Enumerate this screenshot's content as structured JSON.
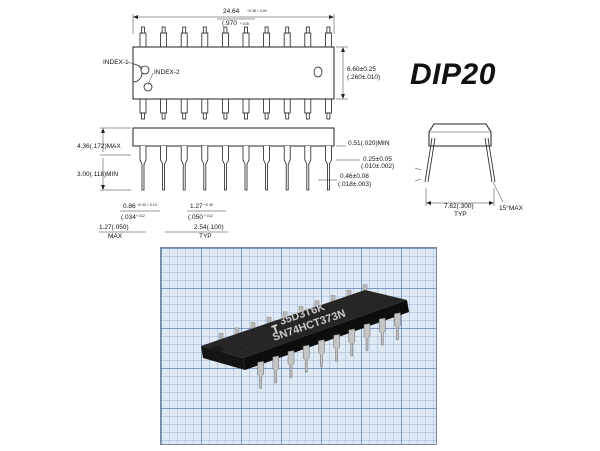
{
  "package_name": "DIP20",
  "labels": {
    "index1": "INDEX-1",
    "index2": "INDEX-2",
    "length_mm": "24.64",
    "length_mm_tol": "+0.38 / -0.00",
    "length_in": "(.970",
    "length_in_tol": "+.015",
    "body_width_mm": "6.60±0.25",
    "body_width_in": "(.260±.010)",
    "height_max": "4.36(.172)MAX",
    "pin_len_min": "3.00(.118)MIN",
    "standoff_min": "0.51(.020)MIN",
    "lead_thk": "0.25±0.05",
    "lead_thk_in": "(.010±.002)",
    "lead_w": "0.46±0.08",
    "lead_w_in": "(.018±.003)",
    "shoulder_mm": "0.86",
    "shoulder_tol": "+0.30 / -0.10",
    "shoulder_in": "(.034",
    "shoulder_in_tol": "+.012",
    "shoulder2_mm": "1.27",
    "shoulder2_tol": "+0.30",
    "shoulder2_in": "(.050",
    "shoulder2_in_tol": "+.012",
    "edge_mm": "1.27(.050)",
    "edge_max": "MAX",
    "pitch": "2.54(.100)",
    "pitch_typ": "TYP",
    "row_spacing": "7.62(.300)",
    "row_typ": "TYP",
    "angle": "15°MAX"
  },
  "chip_marking": {
    "line1": "35D3T6K",
    "line2": "SN74HCT373N"
  }
}
